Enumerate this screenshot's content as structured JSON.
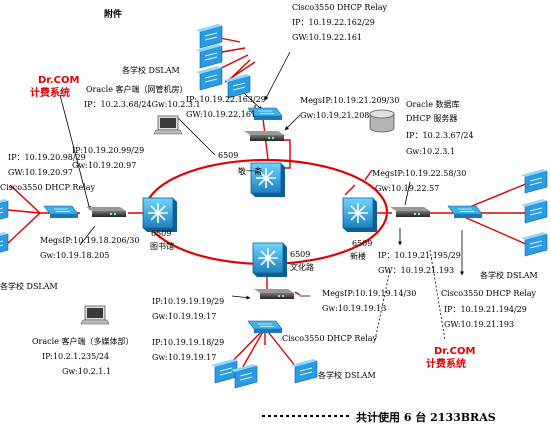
{
  "title": "附件",
  "footer": "共计使用 6 台 2133BRAS",
  "billing_left": {
    "line1": "Dr.COM",
    "line2": "计费系统"
  },
  "billing_right": {
    "line1": "Dr.COM",
    "line2": "计费系统"
  },
  "core": {
    "top": {
      "label": "敬一斋",
      "model": "6509"
    },
    "left": {
      "label": "图书馆",
      "model": "6509"
    },
    "right": {
      "label": "新楼",
      "model": "6509"
    },
    "bottom": {
      "label": "文化路",
      "model": "6509"
    }
  },
  "top_relay": {
    "title": "Cisco3550 DHCP Relay",
    "ip": "IP：10.19.22.162/29",
    "gw": "GW:10.19.22.161"
  },
  "top_dslam": "各学校 DSLAM",
  "oracle_client_top": {
    "line1": "Oracle 客户端（网管机房）",
    "line2": "IP：10.2.3.68/24Gw:10.2.3.1"
  },
  "top_bras": {
    "ip": "IP: 10.19.22.163/29",
    "gw": "GW:10.19.22.161"
  },
  "top_megs": {
    "ip": "MegsIP:10.19.21.209/30",
    "gw": "Gw:10.19.21.208"
  },
  "oracle_db": {
    "line1": "Oracle 数据库",
    "line2": "DHCP 服务器",
    "ip": "IP：10.2.3.67/24",
    "gw": "Gw:10.2.3.1"
  },
  "right_megs": {
    "ip": "MegsIP:10.19.22.58/30",
    "gw": "Gw:10.19.22.57"
  },
  "right_bras": {
    "ip": "IP：10.19.21.195/29",
    "gw": "GW：10.19.21.193"
  },
  "right_dslam": "各学校 DSLAM",
  "right_relay": {
    "title": "Cisco3550 DHCP Relay",
    "ip": "IP：10.19.21.194/29",
    "gw": "GW:10.19.21.193"
  },
  "left_relay": {
    "ip": "IP：10.19.20.98/29",
    "gw": "GW:10.19.20.97",
    "title": "Cisco3550 DHCP Relay"
  },
  "left_bras": {
    "ip": "IP:10.19.20.99/29",
    "gw": "Gw:10.19.20.97"
  },
  "left_megs": {
    "ip": "MegsIP:10.19.18.206/30",
    "gw": "Gw:10.19.18.205"
  },
  "left_dslam": "各学校 DSLAM",
  "bottom_megs": {
    "ip": "MegsIP:10.19.19.14/30",
    "gw": "Gw:10.19.19.13"
  },
  "bottom_bras": {
    "ip": "IP:10.19.19.19/29",
    "gw": "Gw:10.19.19.17"
  },
  "bottom_relay": {
    "ip": "IP:10.19.19.18/29",
    "gw": "Gw:10.19.19.17",
    "title": "Cisco3550 DHCP Relay"
  },
  "bottom_dslam": "各学校 DSLAM",
  "oracle_client_bottom": {
    "line1": "Oracle 客户端（多媒体部）",
    "line2": "IP:10.2.1.235/24",
    "line3": "Gw:10.2.1.1"
  }
}
